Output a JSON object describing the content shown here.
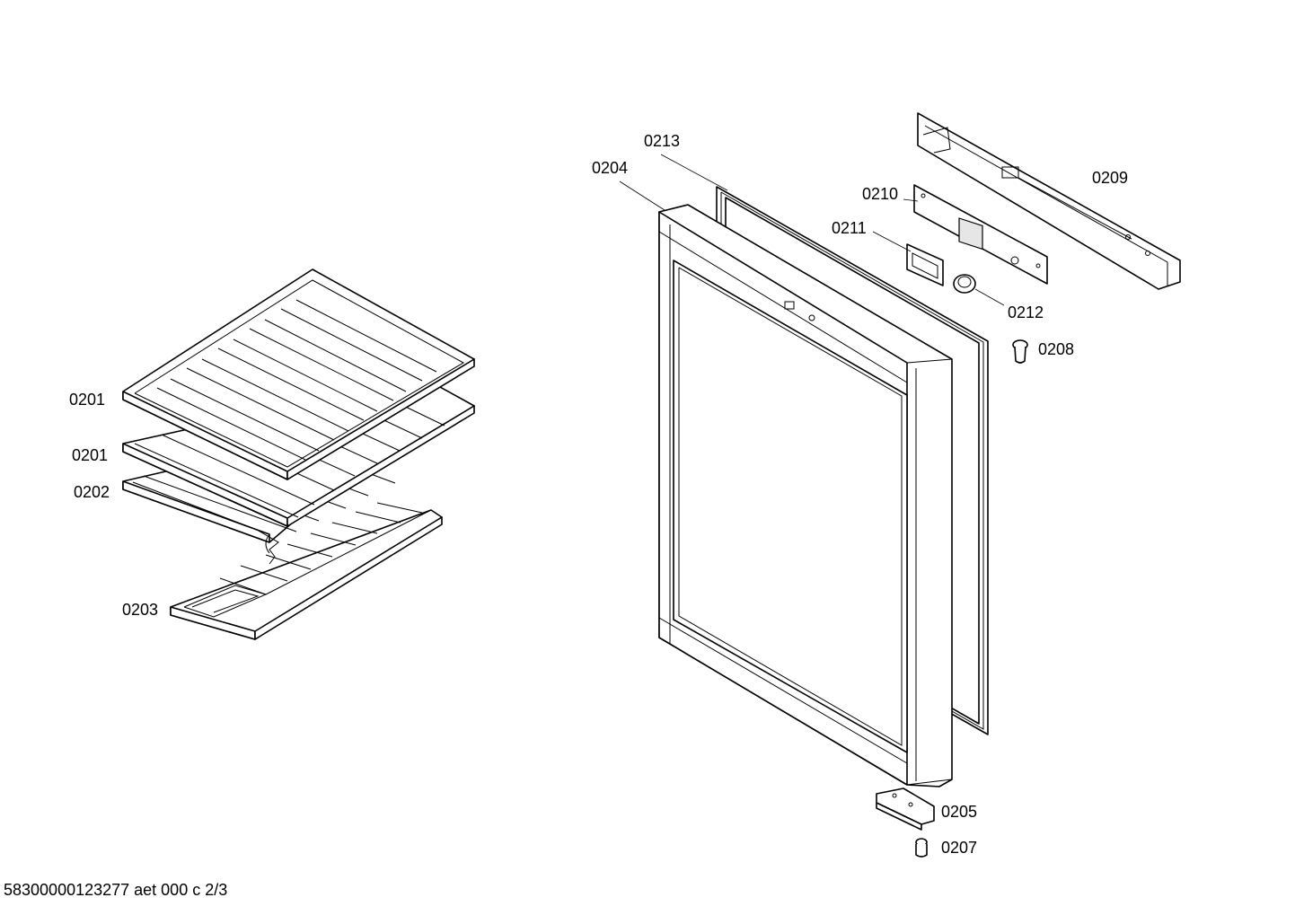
{
  "labels": {
    "l_0201a": "0201",
    "l_0201b": "0201",
    "l_0202": "0202",
    "l_0203": "0203",
    "l_0204": "0204",
    "l_0213": "0213",
    "l_0210": "0210",
    "l_0211": "0211",
    "l_0209": "0209",
    "l_0212": "0212",
    "l_0208": "0208",
    "l_0205": "0205",
    "l_0207": "0207"
  },
  "footer": "58300000123277 aet 000 c 2/3"
}
